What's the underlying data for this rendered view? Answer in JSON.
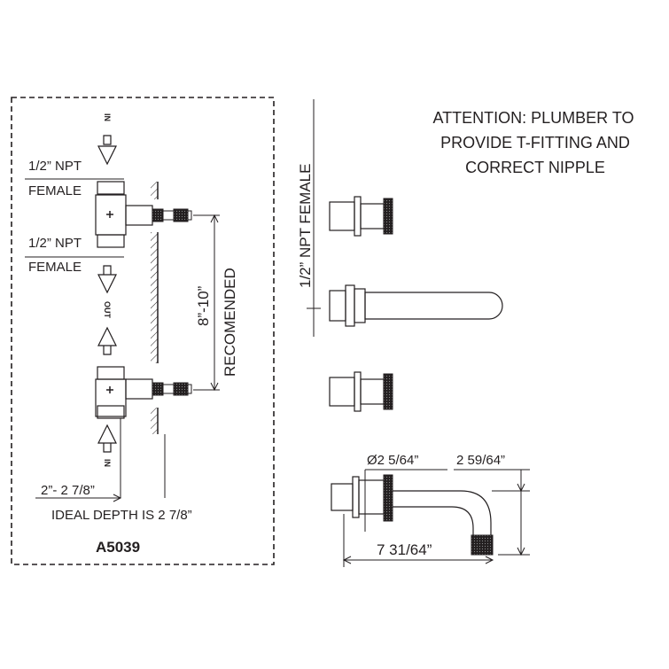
{
  "attention": {
    "line1": "ATTENTION: PLUMBER TO",
    "line2": "PROVIDE T-FITTING AND",
    "line3": "CORRECT NIPPLE"
  },
  "rough_in": {
    "model": "A5039",
    "in_top": "IN",
    "in_bottom": "IN",
    "out": "OUT",
    "npt_top_1": "1/2” NPT",
    "npt_top_2": "FEMALE",
    "npt_bottom_1": "1/2” NPT",
    "npt_bottom_2": "FEMALE",
    "spacing": "8”-10”",
    "recommended": "RECOMENDED",
    "depth_range": "2”- 2 7/8”",
    "ideal_depth": "IDEAL DEPTH IS 2 7/8”"
  },
  "front_view": {
    "npt_label": "1/2” NPT FEMALE"
  },
  "side_view": {
    "diameter": "Ø2 5/64”",
    "height": "2 59/64”",
    "length": "7 31/64”"
  },
  "colors": {
    "line": "#231f20",
    "background": "#ffffff"
  }
}
